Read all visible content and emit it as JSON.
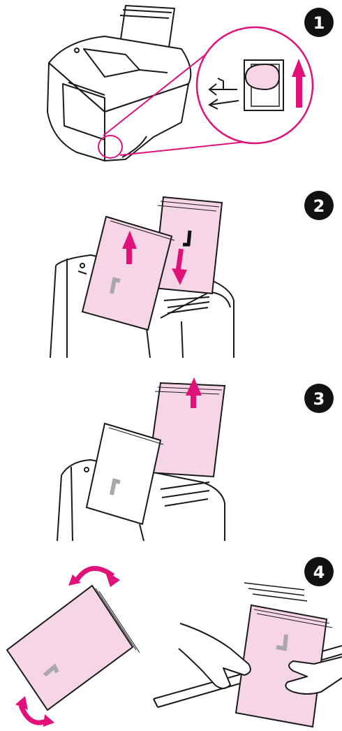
{
  "steps": [
    {
      "number": "1"
    },
    {
      "number": "2"
    },
    {
      "number": "3"
    },
    {
      "number": "4"
    }
  ],
  "colors": {
    "accent": "#e0127a",
    "paper": "#f6d5e6",
    "ink": "#1a1a1a",
    "gray_mark": "#a8a8a8"
  },
  "icons": [
    "printer-icon",
    "paper-stack-icon",
    "up-arrow-icon",
    "down-arrow-icon",
    "rotate-arrow-icon",
    "hand-icon"
  ]
}
